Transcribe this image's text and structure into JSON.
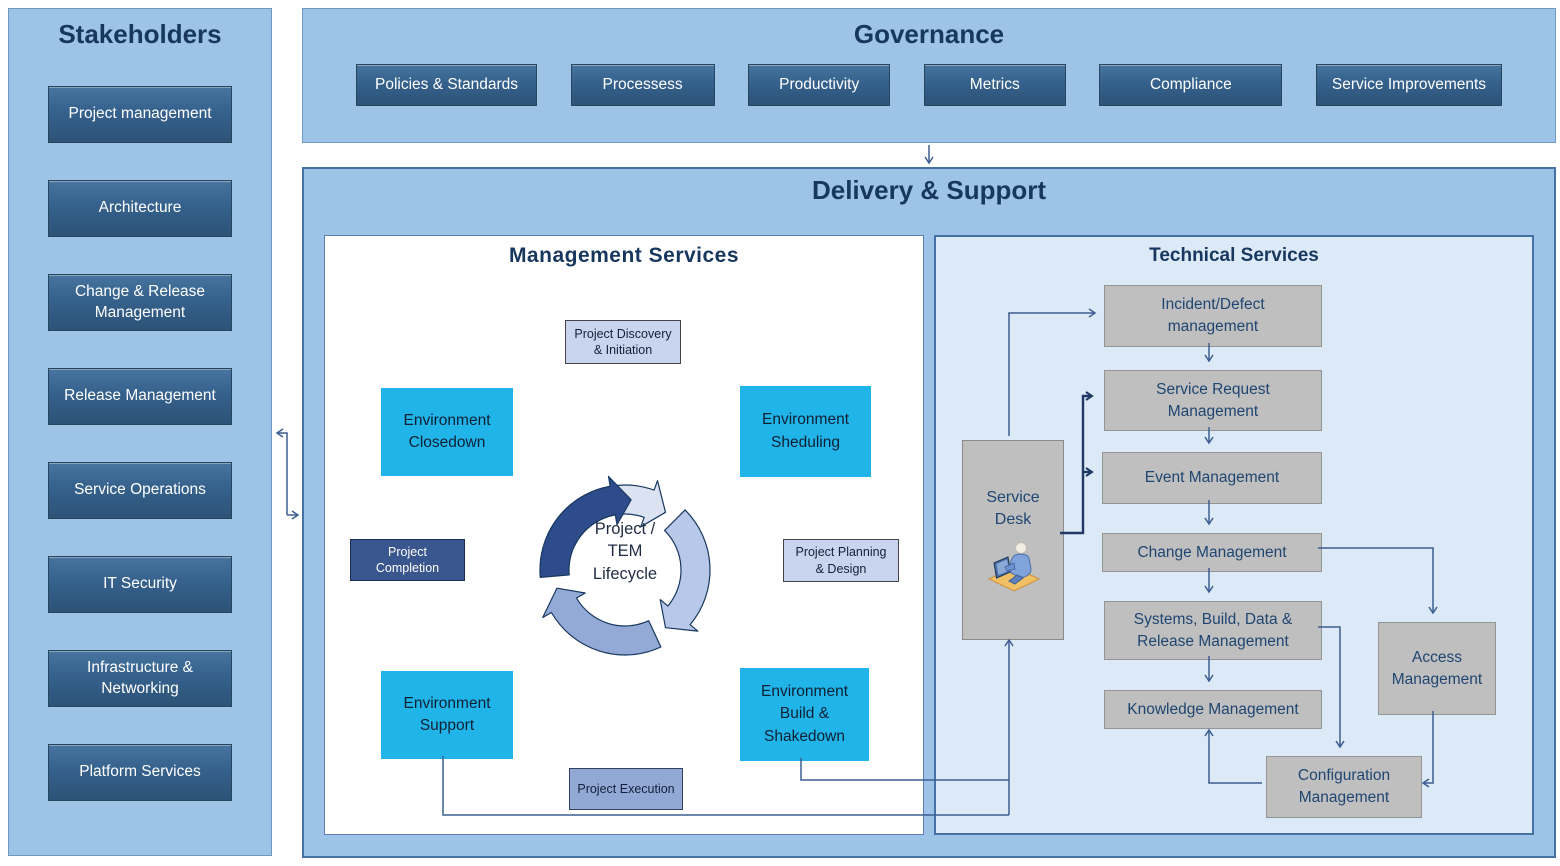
{
  "sidebar": {
    "title": "Stakeholders",
    "items": [
      "Project management",
      "Architecture",
      "Change & Release\nManagement",
      "Release Management",
      "Service Operations",
      "IT Security",
      "Infrastructure &\nNetworking",
      "Platform Services"
    ]
  },
  "governance": {
    "title": "Governance",
    "items": [
      "Policies & Standards",
      "Processess",
      "Productivity",
      "Metrics",
      "Compliance",
      "Service Improvements"
    ]
  },
  "delivery": {
    "title": "Delivery & Support"
  },
  "management": {
    "title": "Management Services",
    "project_discovery": "Project Discovery\n& Initiation",
    "env_closedown": "Environment\nClosedown",
    "env_scheduling": "Environment\nSheduling",
    "project_completion": "Project\nCompletion",
    "project_planning": "Project Planning\n& Design",
    "env_support": "Environment\nSupport",
    "env_build": "Environment\nBuild &\nShakedown",
    "project_execution": "Project Execution",
    "lifecycle_label": "Project /\nTEM\nLifecycle"
  },
  "technical": {
    "title": "Technical Services",
    "service_desk": "Service\nDesk",
    "incident": "Incident/Defect\nmanagement",
    "service_request": "Service Request\nManagement",
    "event": "Event Management",
    "change": "Change Management",
    "systems": "Systems, Build, Data  &\nRelease Management",
    "knowledge": "Knowledge Management",
    "access": "Access\nManagement",
    "config": "Configuration\nManagement"
  },
  "colors": {
    "panel_blue": "#9dc3e6",
    "panel_border": "#4472a4",
    "tech_panel_bg": "#dce9f7",
    "dark_box": "#35618c",
    "cyan_box": "#20b4e9",
    "gray_box": "#bfbfbf",
    "periwinkle_box": "#c9d5ee",
    "execution_box": "#92a9d6",
    "completion_box": "#3a568e",
    "connector": "#3d5e90",
    "title_navy": "#17375e",
    "lifecycle_dark_arrow": "#2e4c8c",
    "lifecycle_mid_arrow": "#93a9d6",
    "lifecycle_light_arrow": "#dbe2f2",
    "lifecycle_soft_arrow": "#b8c8e8"
  }
}
